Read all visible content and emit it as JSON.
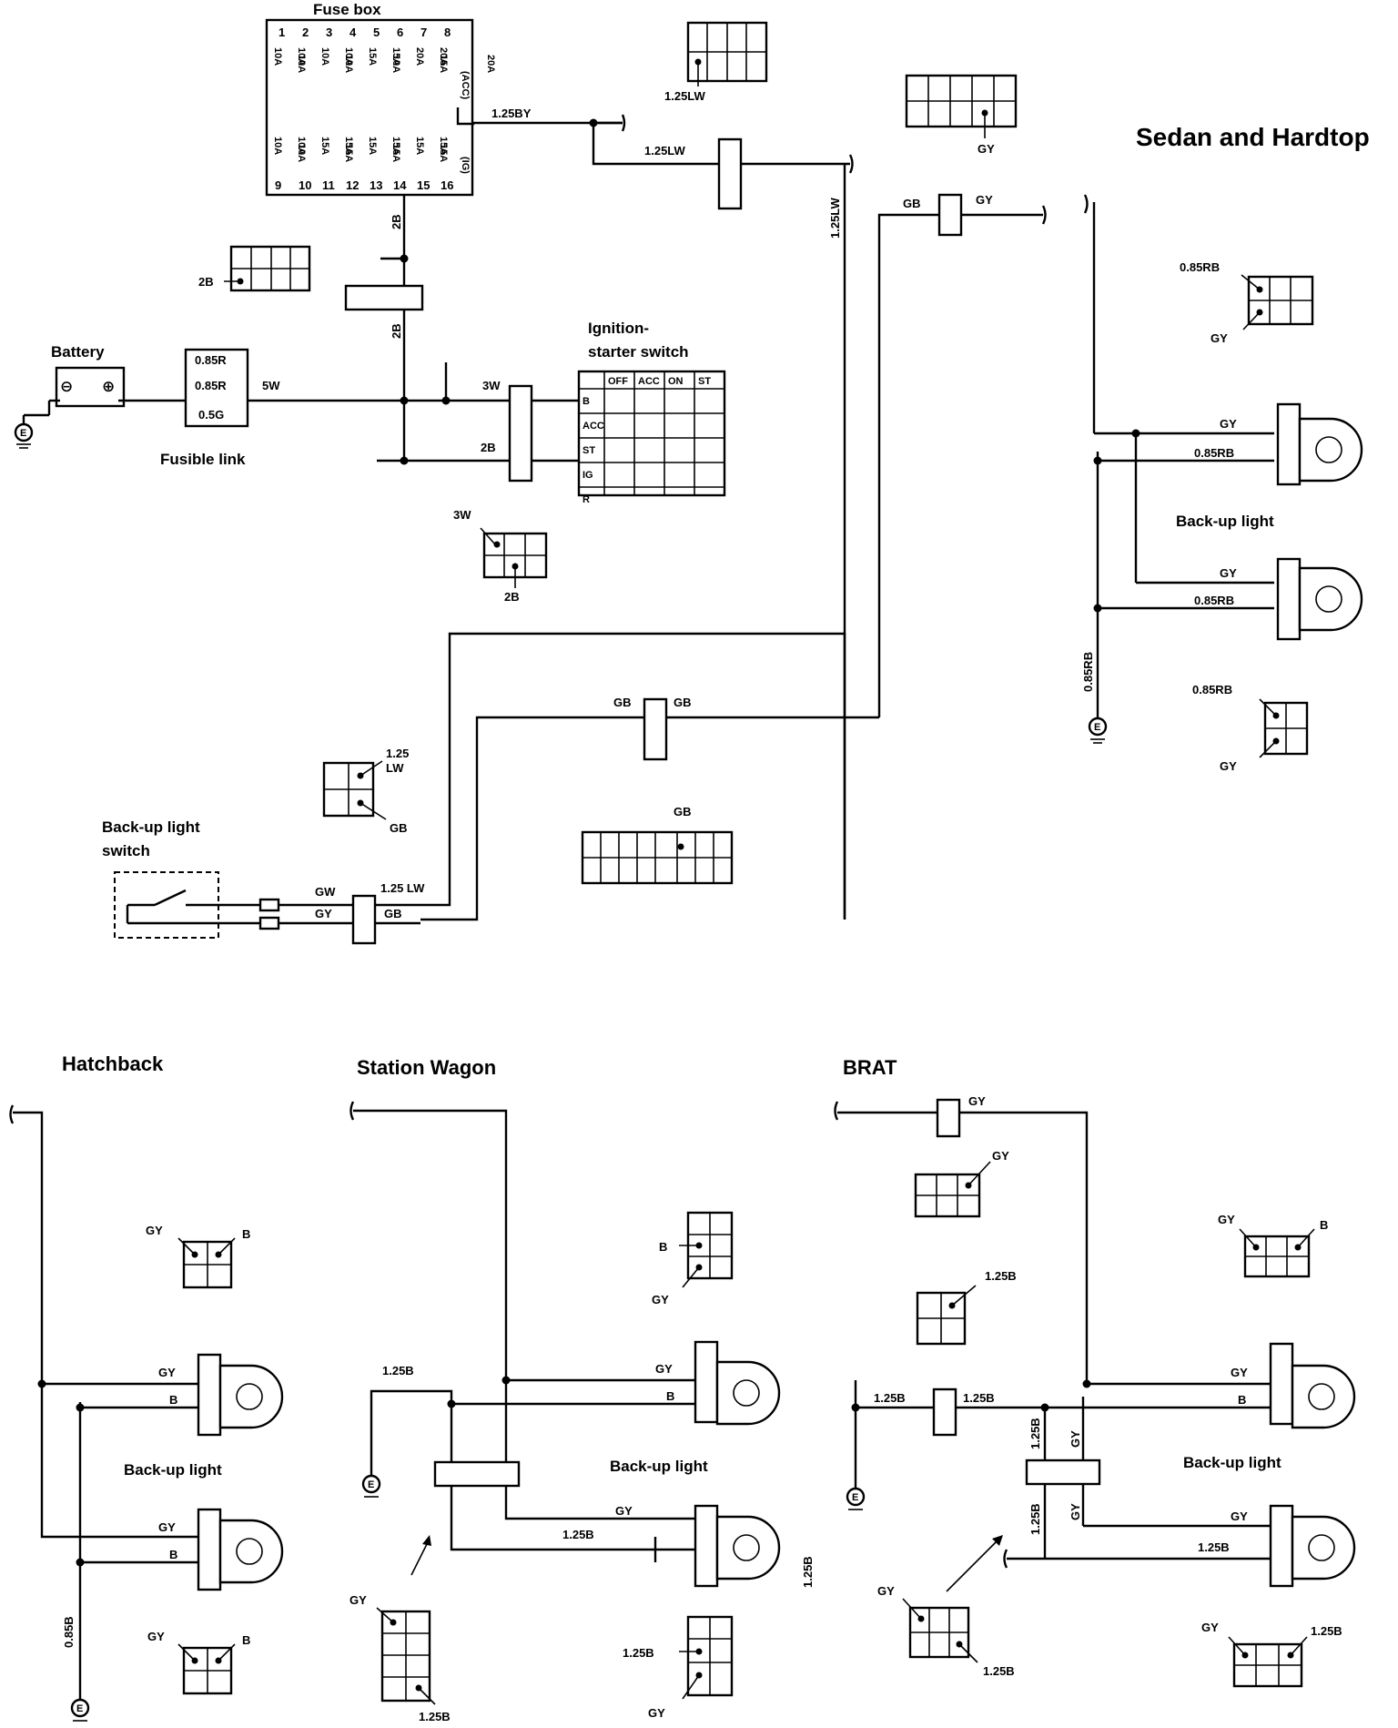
{
  "sections": {
    "sedan_hardtop": "Sedan and Hardtop",
    "hatchback": "Hatchback",
    "station_wagon": "Station Wagon",
    "brat": "BRAT"
  },
  "components": {
    "fuse_box": "Fuse box",
    "battery": "Battery",
    "fusible_link": "Fusible link",
    "ignition_switch_1": "Ignition-",
    "ignition_switch_2": "starter switch",
    "backup_switch_1": "Back-up light",
    "backup_switch_2": "switch",
    "backup_light": "Back-up light"
  },
  "fuse_box": {
    "top_numbers": [
      "1",
      "2",
      "3",
      "4",
      "5",
      "6",
      "7",
      "8"
    ],
    "top_ratings": [
      "10A",
      "10A",
      "10A",
      "10A",
      "15A",
      "15A",
      "20A",
      "20A"
    ],
    "top_ratings_alt": [
      "10A",
      "10A",
      "10A",
      "15A",
      "20A"
    ],
    "bottom_numbers": [
      "9",
      "10",
      "11",
      "12",
      "13",
      "14",
      "15",
      "16"
    ],
    "bottom_ratings": [
      "10A",
      "10A",
      "15A",
      "15A",
      "15A",
      "15A",
      "15A",
      "15A"
    ],
    "bottom_ratings_alt": [
      "10A",
      "15A",
      "15A",
      "15A"
    ],
    "acc": "(ACC)",
    "ig": "(IG)"
  },
  "fusible_link": {
    "links": [
      "0.85R",
      "0.85R",
      "0.5G"
    ]
  },
  "ignition_switch": {
    "columns": [
      "OFF",
      "ACC",
      "ON",
      "ST"
    ],
    "rows": [
      "B",
      "ACC",
      "ST",
      "IG",
      "R"
    ]
  },
  "wires": {
    "w_125BY": "1.25BY",
    "w_125LW": "1.25LW",
    "w_125LW_v": "1.25LW",
    "w_125LW_pin": "1.25LW",
    "w_gy_top": "GY",
    "w_gb": "GB",
    "w_gy": "GY",
    "w_2b_a": "2B",
    "w_2b_b": "2B",
    "w_2b_conn": "2B",
    "w_5w": "5W",
    "w_3w": "3W",
    "w_2b_sw": "2B",
    "w_3w_conn": "3W",
    "w_2b_conn2": "2B",
    "w_085RB_a": "0.85RB",
    "w_gy_a": "GY",
    "w_gy_light1": "GY",
    "w_085RB_light1": "0.85RB",
    "w_gy_light2": "GY",
    "w_085RB_light2": "0.85RB",
    "w_085RB_ground": "0.85RB",
    "w_085RB_b": "0.85RB",
    "w_gy_b": "GY",
    "w_gb_mid_a": "GB",
    "w_gb_mid_b": "GB",
    "w_125_lw_a": "1.25",
    "w_125_lw_b": "LW",
    "w_gb_conn": "GB",
    "w_gb_conn2": "GB",
    "w_gw": "GW",
    "w_gy_sw": "GY",
    "w_125_lw_sw": "1.25 LW",
    "w_gb_sw": "GB"
  },
  "hatchback": {
    "gy1": "GY",
    "b1": "B",
    "gy_l1": "GY",
    "b_l1": "B",
    "gy_l2": "GY",
    "b_l2": "B",
    "gnd": "0.85B",
    "gy2": "GY",
    "b2": "B"
  },
  "station_wagon": {
    "b_top": "B",
    "gy_top": "GY",
    "w125b_a": "1.25B",
    "gy_l1": "GY",
    "b_l1": "B",
    "gy_l2": "GY",
    "w125b_l2": "1.25B",
    "gy_conn": "GY",
    "w125b_conn": "1.25B",
    "w125b_c2": "1.25B",
    "gy_c2": "GY",
    "w125b_side": "1.25B"
  },
  "brat": {
    "gy_top": "GY",
    "gy_conn1": "GY",
    "w125b_conn2": "1.25B",
    "gy_r": "GY",
    "b_r": "B",
    "w125b_a": "1.25B",
    "w125b_b": "1.25B",
    "w125b_v1": "1.25B",
    "gy_v1": "GY",
    "w125b_v2": "1.25B",
    "gy_v2": "GY",
    "gy_l1": "GY",
    "b_l1": "B",
    "gy_l2": "GY",
    "w125b_l2": "1.25B",
    "gy_conn3": "GY",
    "w125b_conn3": "1.25B",
    "gy_c4": "GY",
    "w125b_c4": "1.25B"
  },
  "symbols": {
    "ground": "E",
    "minus": "⊖",
    "plus": "⊕"
  }
}
